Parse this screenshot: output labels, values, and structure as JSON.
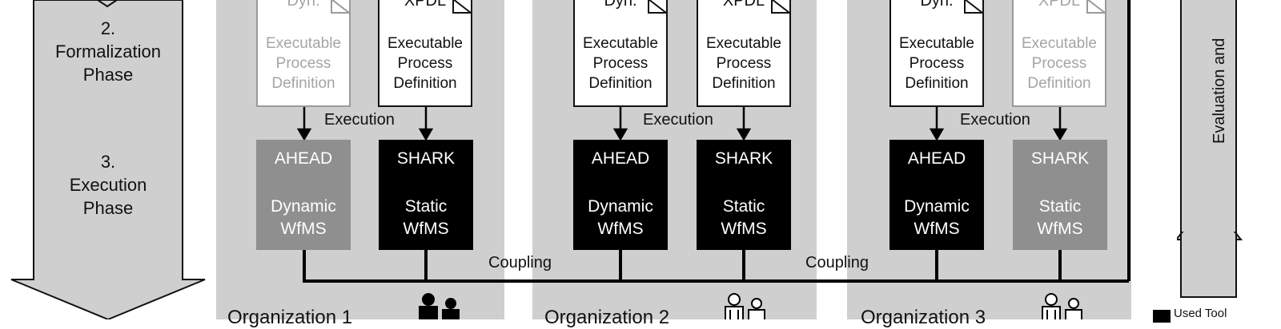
{
  "phases": [
    {
      "number": "2.",
      "name": "Formalization",
      "suffix": "Phase"
    },
    {
      "number": "3.",
      "name": "Execution",
      "suffix": "Phase"
    }
  ],
  "right_arrow_label": "Evaluation and",
  "execution_label": "Execution",
  "coupling_label": "Coupling",
  "organizations": [
    {
      "title": "Organization 1",
      "docs": [
        {
          "type": "Dyn.",
          "definition": [
            "Executable",
            "Process",
            "Definition"
          ],
          "state": "faded"
        },
        {
          "type": "XPDL",
          "definition": [
            "Executable",
            "Process",
            "Definition"
          ],
          "state": "active"
        }
      ],
      "tools": [
        {
          "name": "AHEAD",
          "desc": [
            "Dynamic",
            "WfMS"
          ],
          "state": "grey"
        },
        {
          "name": "SHARK",
          "desc": [
            "Static",
            "WfMS"
          ],
          "state": "black"
        }
      ]
    },
    {
      "title": "Organization 2",
      "docs": [
        {
          "type": "Dyn.",
          "definition": [
            "Executable",
            "Process",
            "Definition"
          ],
          "state": "active"
        },
        {
          "type": "XPDL",
          "definition": [
            "Executable",
            "Process",
            "Definition"
          ],
          "state": "active"
        }
      ],
      "tools": [
        {
          "name": "AHEAD",
          "desc": [
            "Dynamic",
            "WfMS"
          ],
          "state": "black"
        },
        {
          "name": "SHARK",
          "desc": [
            "Static",
            "WfMS"
          ],
          "state": "black"
        }
      ]
    },
    {
      "title": "Organization 3",
      "docs": [
        {
          "type": "Dyn.",
          "definition": [
            "Executable",
            "Process",
            "Definition"
          ],
          "state": "active"
        },
        {
          "type": "XPDL",
          "definition": [
            "Executable",
            "Process",
            "Definition"
          ],
          "state": "faded"
        }
      ],
      "tools": [
        {
          "name": "AHEAD",
          "desc": [
            "Dynamic",
            "WfMS"
          ],
          "state": "black"
        },
        {
          "name": "SHARK",
          "desc": [
            "Static",
            "WfMS"
          ],
          "state": "grey"
        }
      ]
    }
  ],
  "legend": {
    "label": "Used Tool"
  },
  "colors": {
    "panel": "#cfcfcf",
    "used_tool": "#000000",
    "unused_tool": "#8f8f8f",
    "faded_text": "#a5a5a5"
  }
}
